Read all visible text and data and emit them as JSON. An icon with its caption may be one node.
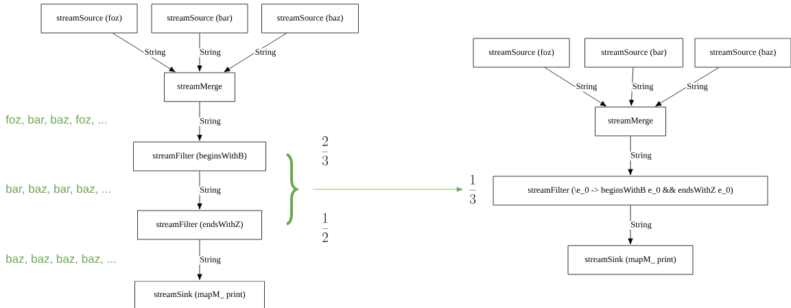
{
  "diagram": {
    "nodes": [
      {
        "text": [
          "streamSource (foz)"
        ]
      },
      {
        "text": [
          "streamSource (bar)"
        ]
      },
      {
        "text": [
          "streamSource (baz)"
        ]
      },
      {
        "text": [
          "streamMerge"
        ]
      },
      {
        "text": [
          "streamFilter (beginsWithB)"
        ]
      },
      {
        "text": [
          "streamFilter (endsWithZ)"
        ]
      },
      {
        "text": [
          "streamSink (mapM_ print)"
        ]
      },
      {
        "text": [],
        "shape": "brace"
      },
      {
        "text": [
          "\\frac{1}{3}"
        ]
      },
      {
        "text": [
          "streamSource (foz)"
        ]
      },
      {
        "text": [
          "streamSource (bar)"
        ]
      },
      {
        "text": [
          "streamSource (baz)"
        ]
      },
      {
        "text": [
          "streamMerge"
        ]
      },
      {
        "text": [
          "streamFilter (\\e_0 -> beginsWithB e_0 && endsWithZ e_0)"
        ]
      },
      {
        "text": [
          "streamSink (mapM_ print)"
        ]
      }
    ],
    "edges": [
      {
        "from": 0,
        "to": 3,
        "arrow": "to",
        "label": "String"
      },
      {
        "from": 1,
        "to": 3,
        "arrow": "to",
        "label": "String"
      },
      {
        "from": 2,
        "to": 3,
        "arrow": "to",
        "label": "String"
      },
      {
        "from": 3,
        "to": 4,
        "arrow": "to",
        "label": "String"
      },
      {
        "from": 4,
        "to": 5,
        "arrow": "to",
        "label": "String"
      },
      {
        "from": 5,
        "to": 6,
        "arrow": "to",
        "label": "String"
      },
      {
        "from": 7,
        "to": 8,
        "arrow": "to",
        "color": "#6aa84f"
      },
      {
        "from": 9,
        "to": 12,
        "arrow": "to",
        "label": "String"
      },
      {
        "from": 10,
        "to": 12,
        "arrow": "to",
        "label": "String"
      },
      {
        "from": 11,
        "to": 12,
        "arrow": "to",
        "label": "String"
      },
      {
        "from": 12,
        "to": 13,
        "arrow": "to",
        "label": "String"
      },
      {
        "from": 13,
        "to": 14,
        "arrow": "to",
        "label": "String"
      }
    ],
    "labels": [
      "foz, bar, baz, foz, ...",
      "bar, baz, bar, baz, ...",
      "baz, baz, baz, baz, ...",
      "\\frac{2}{3}",
      "\\frac{1}{2}"
    ]
  }
}
